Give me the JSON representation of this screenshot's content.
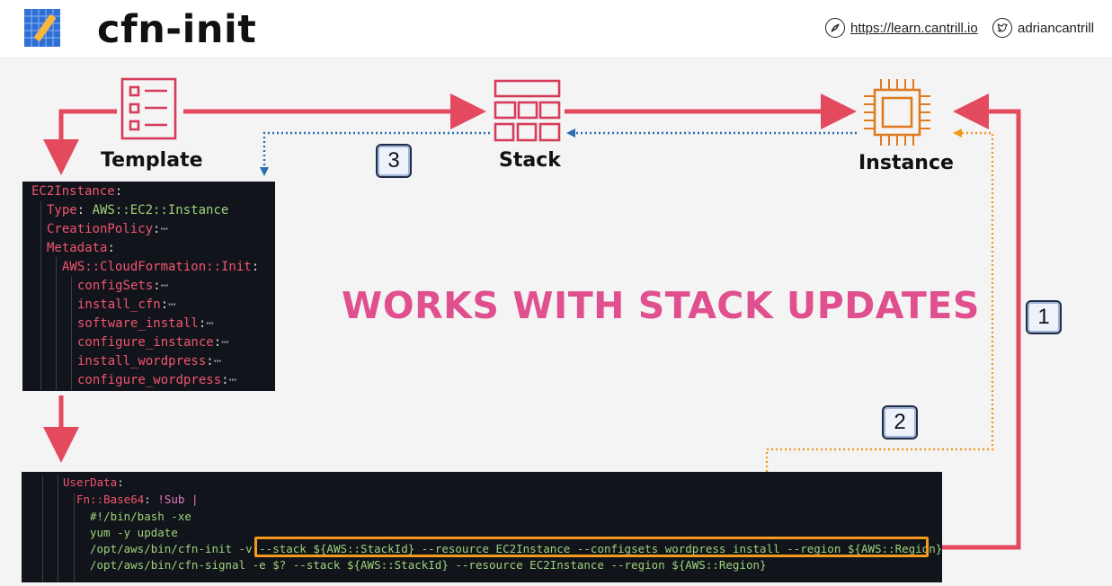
{
  "header": {
    "title": "cfn-init",
    "logo_icon": "aws-blueprint-logo",
    "website_icon": "compass-icon",
    "website": "https://learn.cantrill.io",
    "twitter_icon": "twitter-bird-icon",
    "twitter_handle": "adriancantrill"
  },
  "nodes": {
    "template": "Template",
    "stack": "Stack",
    "instance": "Instance"
  },
  "steps": {
    "one": "1",
    "two": "2",
    "three": "3"
  },
  "banner": "WORKS WITH STACK UPDATES",
  "metadata_code": {
    "l0_key": "EC2Instance",
    "l1_key": "Type",
    "l1_val": "AWS::EC2::Instance",
    "l2_key": "CreationPolicy",
    "l3_key": "Metadata",
    "l4_key": "AWS::CloudFormation::Init",
    "l5_key": "configSets",
    "l6_key": "install_cfn",
    "l7_key": "software_install",
    "l8_key": "configure_instance",
    "l9_key": "install_wordpress",
    "l10_key": "configure_wordpress",
    "ellipsis": "⋯"
  },
  "userdata_code": {
    "l0_key": "UserData",
    "l1_key": "Fn::Base64",
    "l1_val": "!Sub |",
    "l2": "#!/bin/bash -xe",
    "l3": "yum -y update",
    "l4_cmd": "/opt/aws/bin/cfn-init -v ",
    "l4_args": "--stack ${AWS::StackId} --resource EC2Instance --configsets wordpress_install --region ${AWS::Region}",
    "l5": "/opt/aws/bin/cfn-signal -e $? --stack ${AWS::StackId} --resource EC2Instance --region ${AWS::Region}"
  },
  "colors": {
    "arrow_red": "#e34a5e",
    "dotted_blue": "#2a6db5",
    "dotted_orange": "#f39a1e",
    "stack_icon": "#d63b5a",
    "template_icon": "#d63b5a",
    "instance_icon": "#e07a1f",
    "banner": "#e0508e"
  }
}
